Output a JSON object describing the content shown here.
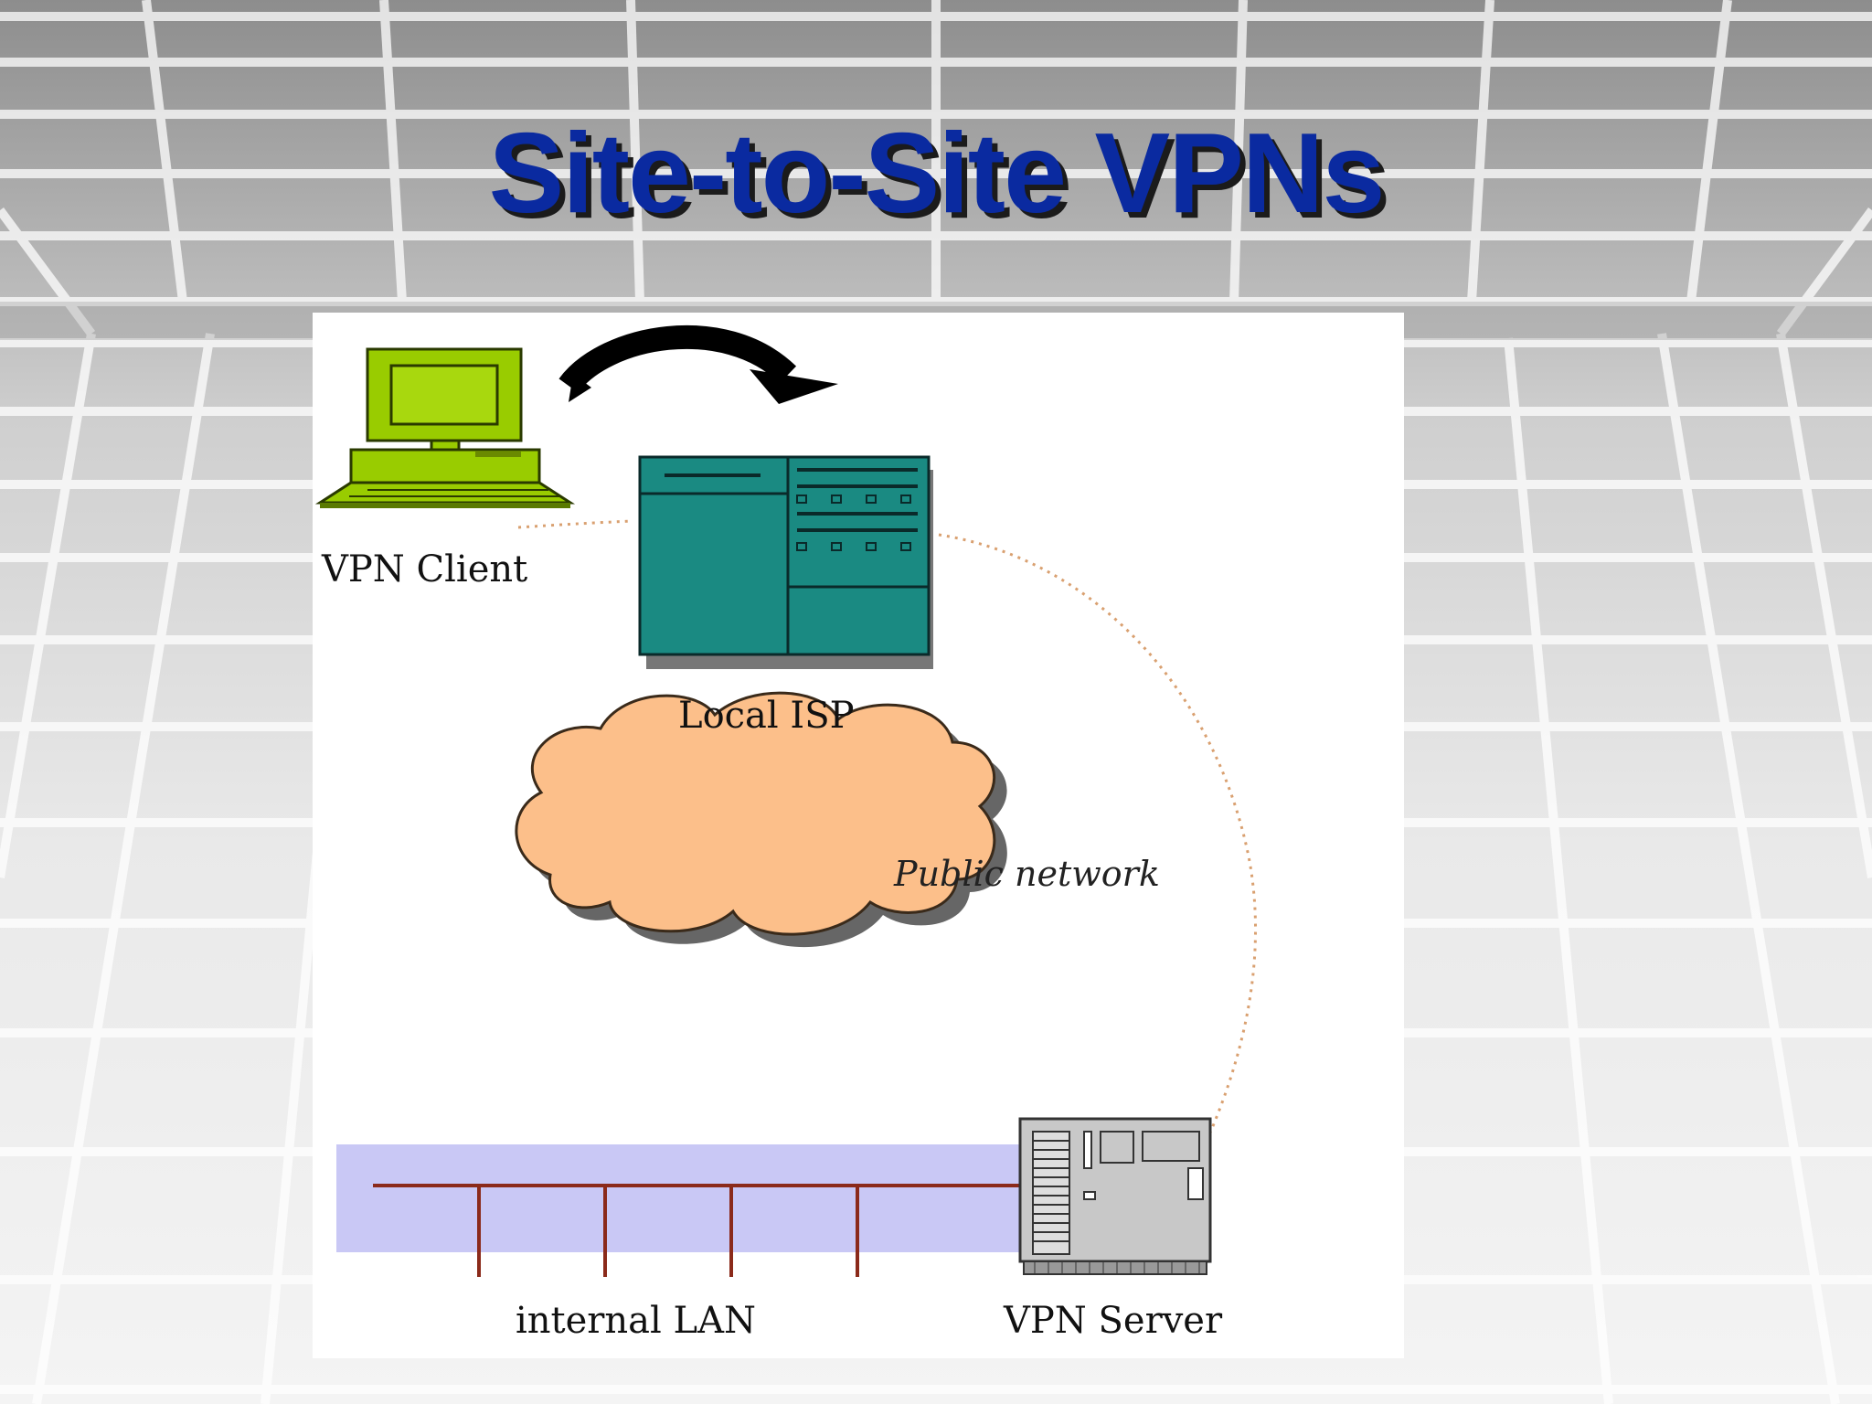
{
  "slide": {
    "title": "Site-to-Site VPNs"
  },
  "diagram": {
    "nodes": {
      "vpn_client": {
        "label": "VPN Client",
        "icon": "laptop-computer-icon"
      },
      "local_isp": {
        "label": "Local ISP",
        "icon": "server-rack-icon"
      },
      "public_network": {
        "label": "Public network",
        "icon": "cloud-icon"
      },
      "vpn_server": {
        "label": "VPN Server",
        "icon": "server-icon"
      },
      "internal_lan": {
        "label": "internal LAN",
        "icon": "lan-bus-icon"
      }
    },
    "colors": {
      "title": "#0a2aa0",
      "laptop": "#99cc00",
      "isp_server": "#1a8a82",
      "cloud": "#fcbf8a",
      "connection": "#d9a070",
      "lan_band": "#c9c8f5",
      "lan_bus": "#8b2a1a",
      "vpn_server": "#c8c8c8"
    }
  }
}
